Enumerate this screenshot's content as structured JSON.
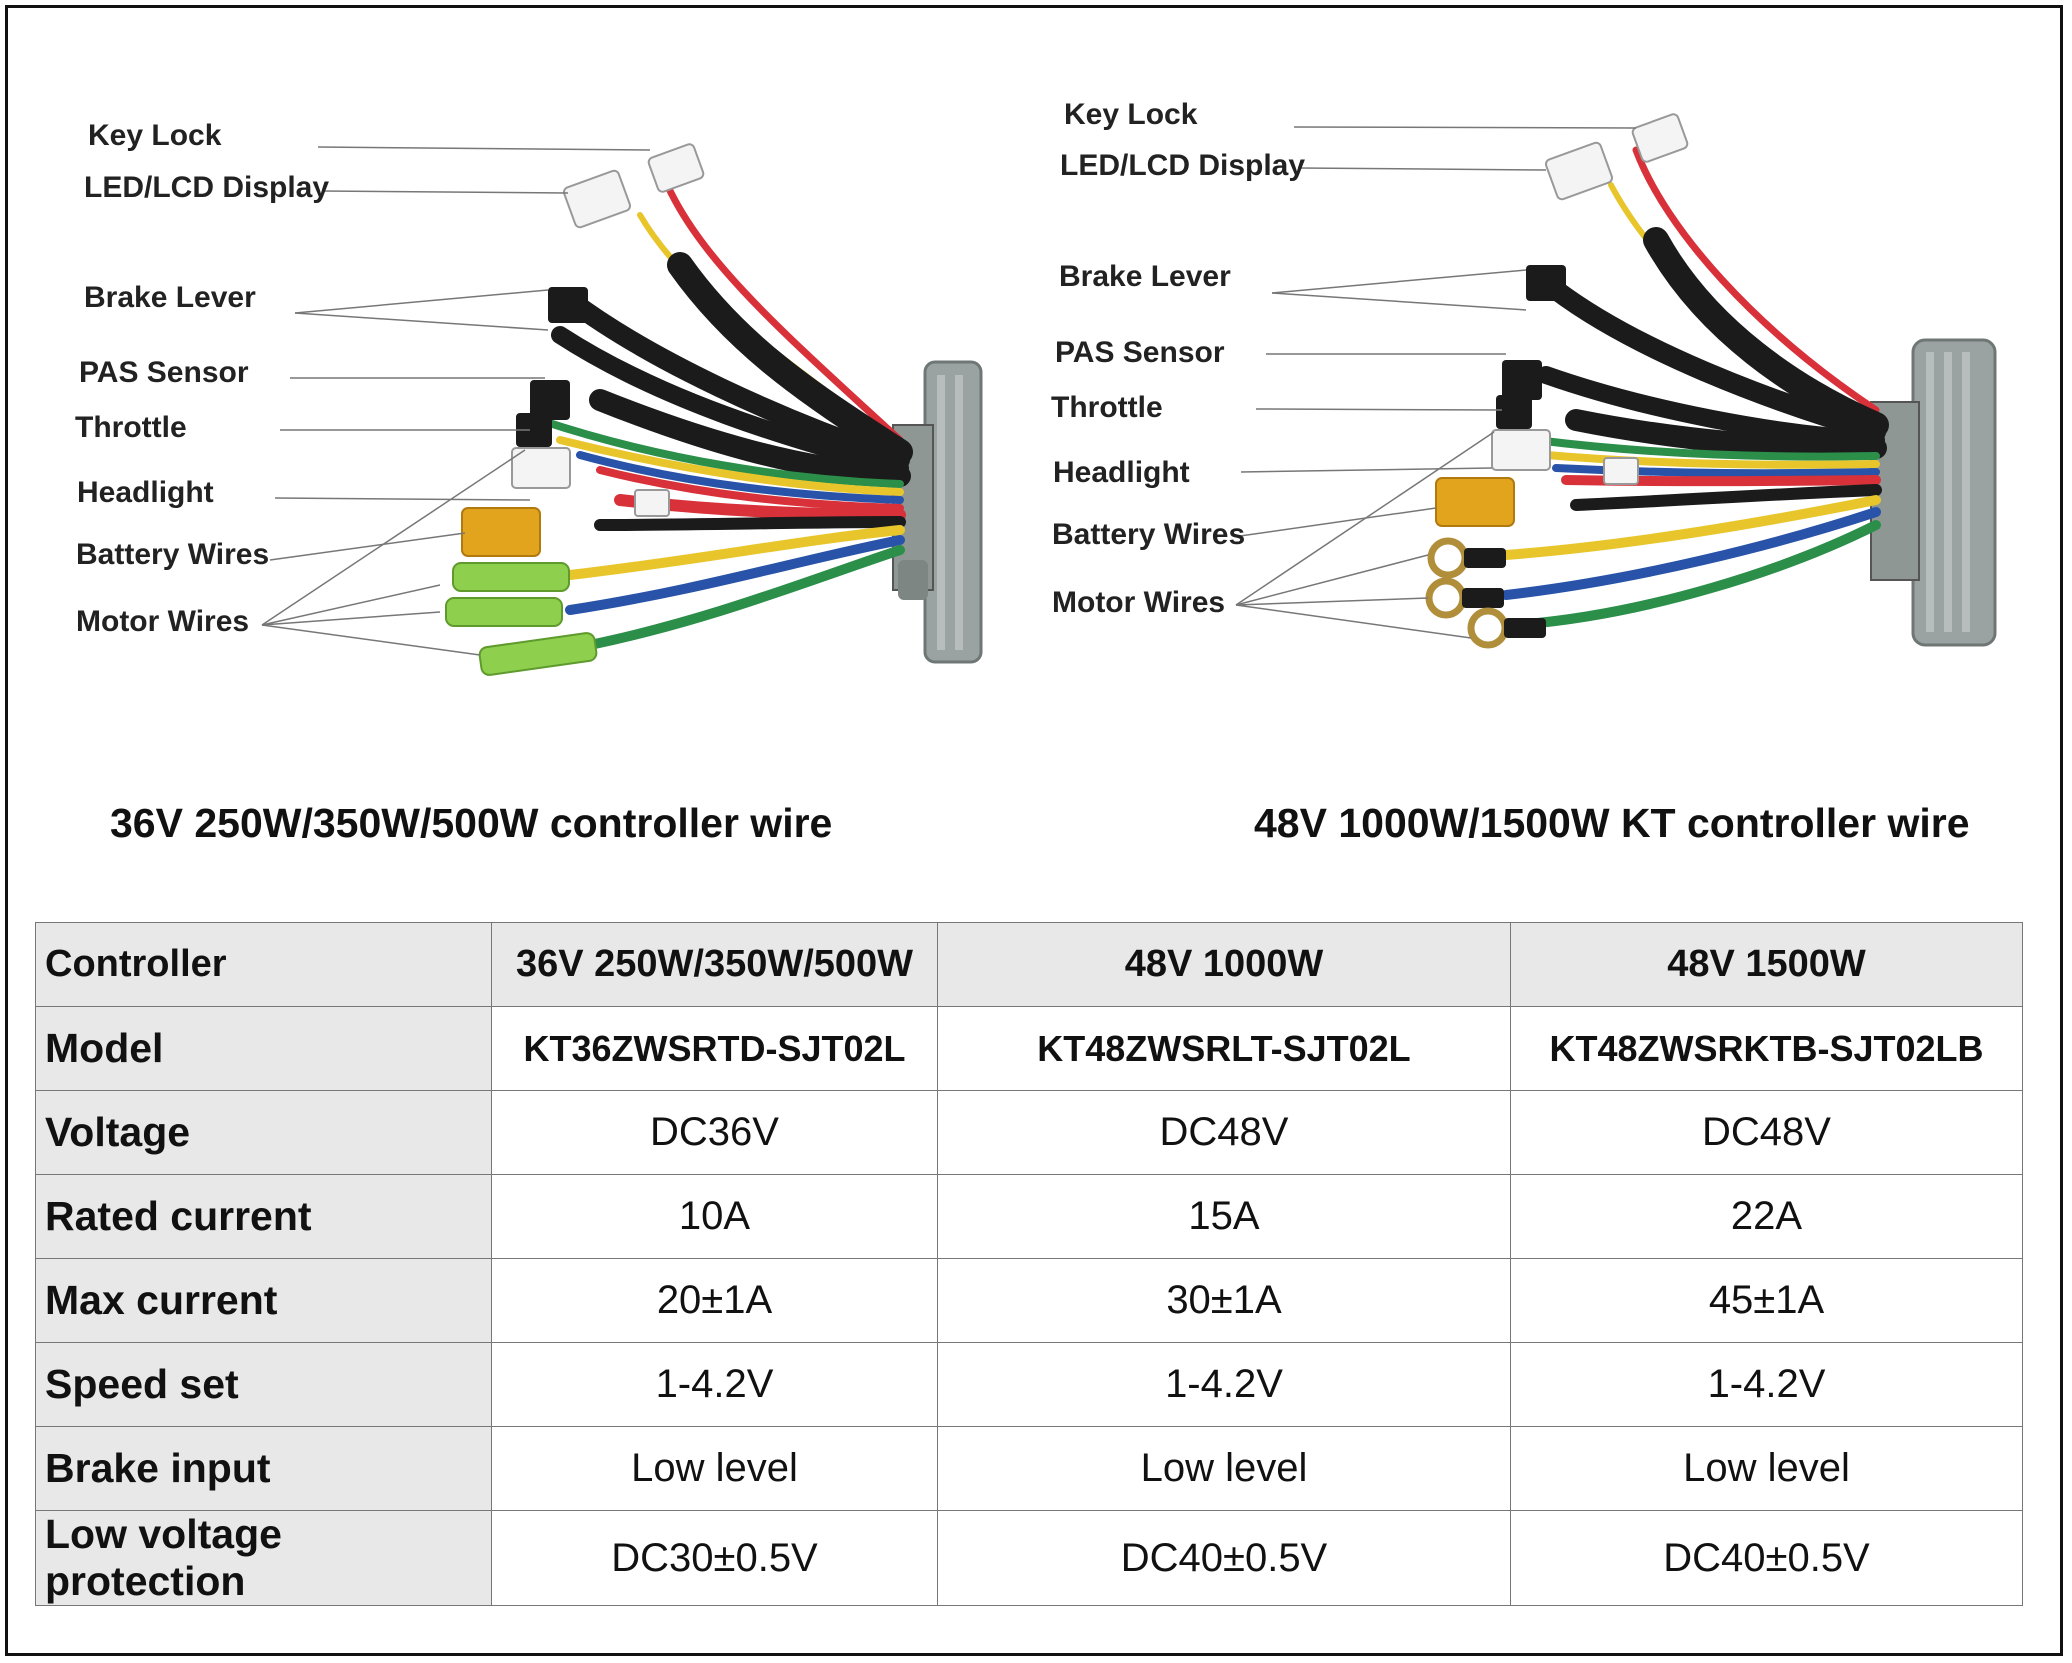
{
  "diagrams": [
    {
      "id": "left",
      "caption": "36V 250W/350W/500W controller wire",
      "labels": [
        "Key Lock",
        "LED/LCD Display",
        "Brake Lever",
        "PAS Sensor",
        "Throttle",
        "Headlight",
        "Battery Wires",
        "Motor Wires"
      ],
      "motor_connector": "bullet"
    },
    {
      "id": "right",
      "caption": "48V 1000W/1500W KT controller wire",
      "labels": [
        "Key Lock",
        "LED/LCD Display",
        "Brake Lever",
        "PAS Sensor",
        "Throttle",
        "Headlight",
        "Battery Wires",
        "Motor Wires"
      ],
      "motor_connector": "ring"
    }
  ],
  "wire_colors": {
    "red": "#d8313a",
    "yellow": "#e8c62b",
    "blue": "#2853a8",
    "green": "#2b8f4a",
    "black": "#1b1b1b",
    "connector_white": "#f4f4f4",
    "xt60_yellow": "#e3a41d",
    "bullet_green": "#8fcf4e",
    "housing": "#9aa3a1"
  },
  "table": {
    "header": [
      "Controller",
      "36V 250W/350W/500W",
      "48V 1000W",
      "48V 1500W"
    ],
    "rows": [
      [
        "Model",
        "KT36ZWSRTD-SJT02L",
        "KT48ZWSRLT-SJT02L",
        "KT48ZWSRKTB-SJT02LB"
      ],
      [
        "Voltage",
        "DC36V",
        "DC48V",
        "DC48V"
      ],
      [
        "Rated current",
        "10A",
        "15A",
        "22A"
      ],
      [
        "Max current",
        "20±1A",
        "30±1A",
        "45±1A"
      ],
      [
        "Speed set",
        "1-4.2V",
        "1-4.2V",
        "1-4.2V"
      ],
      [
        "Brake input",
        "Low level",
        "Low level",
        "Low level"
      ],
      [
        "Low voltage protection",
        "DC30±0.5V",
        "DC40±0.5V",
        "DC40±0.5V"
      ]
    ]
  }
}
